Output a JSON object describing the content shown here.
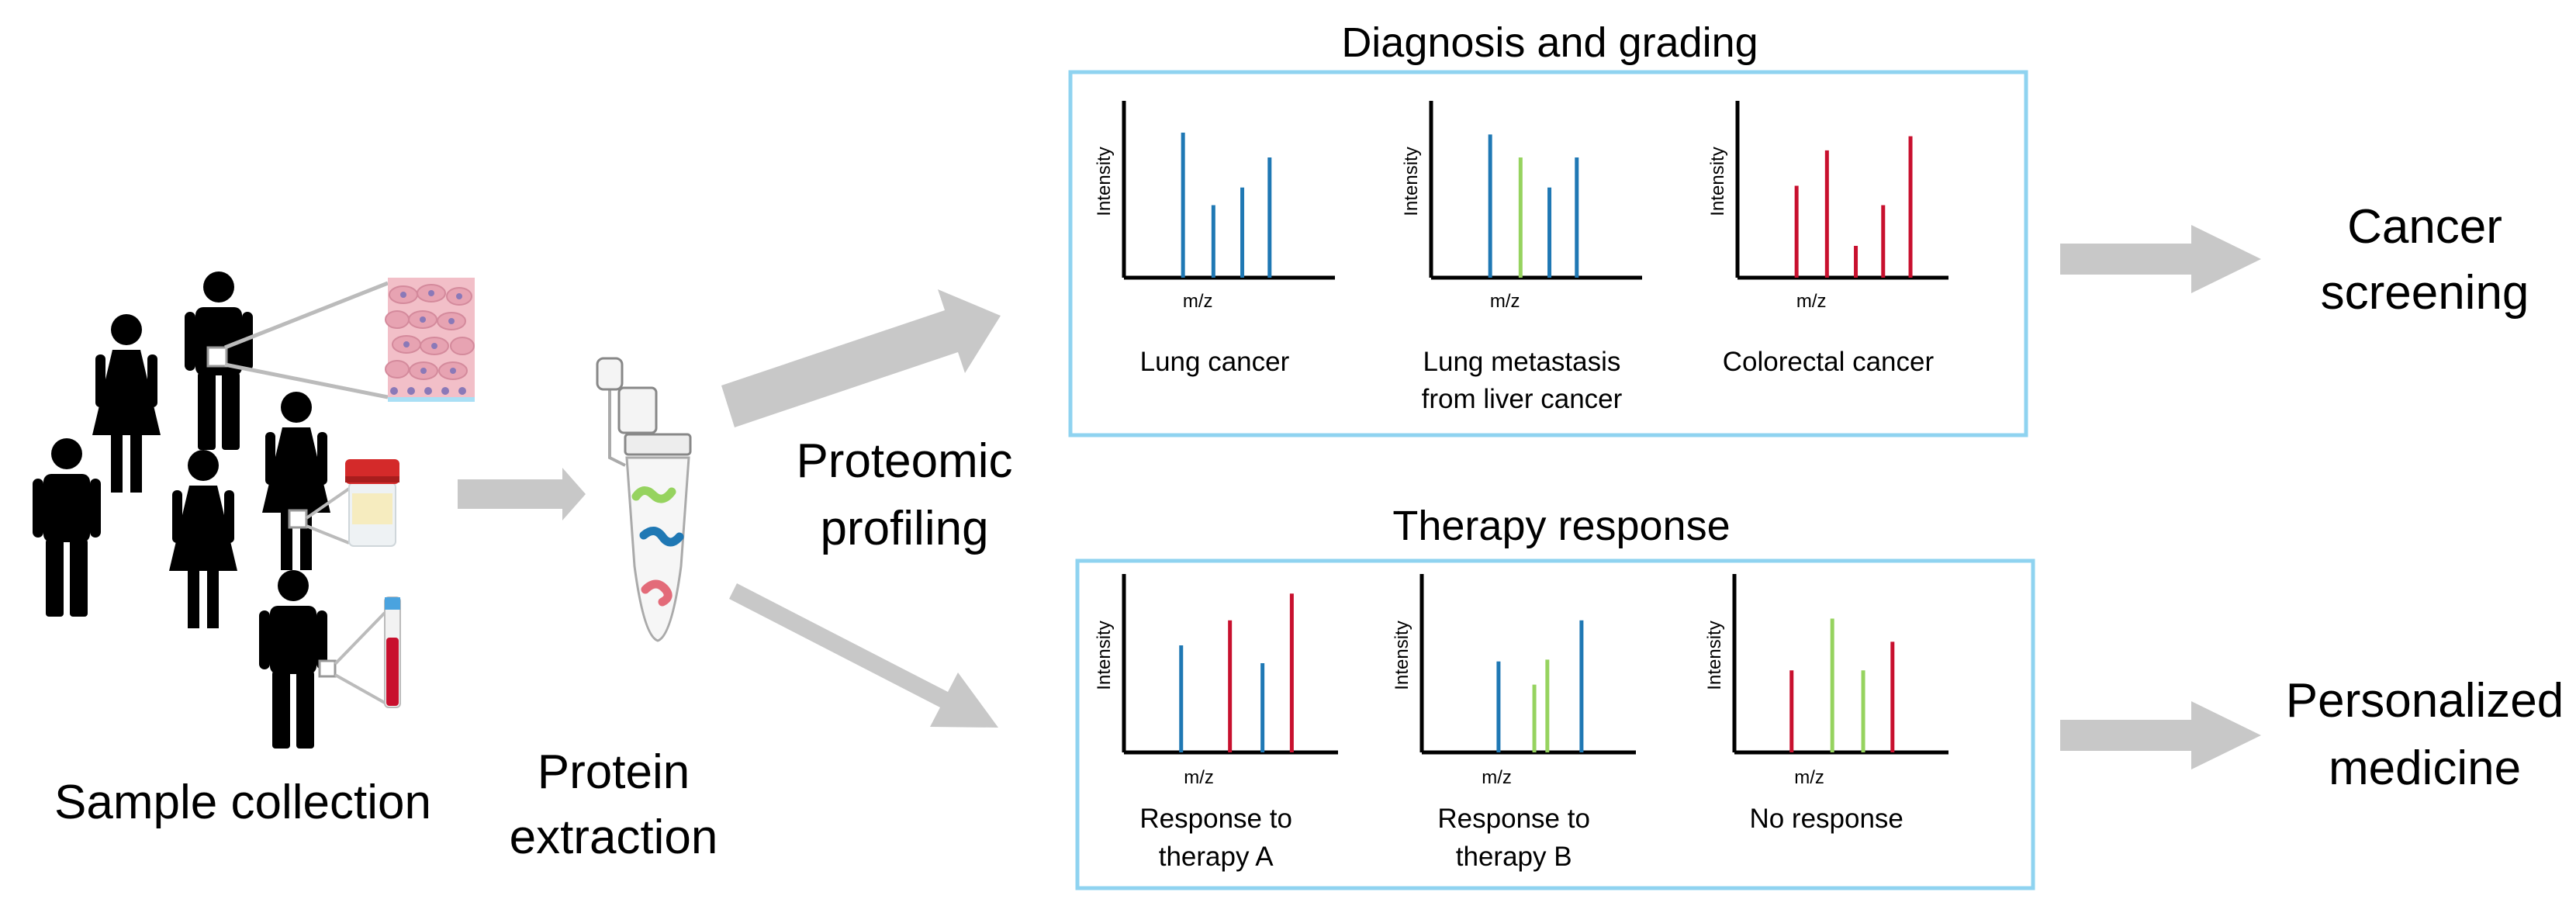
{
  "colors": {
    "blue": "#1f78b4",
    "green": "#96d35f",
    "red": "#c8102e",
    "panel_border": "#8fd3f0",
    "arrow": "#c8c8c8",
    "figure": "#000000"
  },
  "sample_collection": {
    "label": "Sample collection"
  },
  "protein_extraction": {
    "label_line1": "Protein",
    "label_line2": "extraction"
  },
  "proteomic_profiling": {
    "label_line1": "Proteomic",
    "label_line2": "profiling"
  },
  "diagnosis": {
    "title": "Diagnosis and grading",
    "plots": [
      {
        "ylabel": "Intensity",
        "xlabel": "m/z",
        "caption_line1": "Lung cancer",
        "caption_line2": "",
        "peaks": [
          {
            "x": 0.25,
            "h": 0.82,
            "c": "blue"
          },
          {
            "x": 0.45,
            "h": 0.41,
            "c": "blue"
          },
          {
            "x": 0.64,
            "h": 0.51,
            "c": "blue"
          },
          {
            "x": 0.82,
            "h": 0.68,
            "c": "blue"
          }
        ]
      },
      {
        "ylabel": "Intensity",
        "xlabel": "m/z",
        "caption_line1": "Lung metastasis",
        "caption_line2": "from liver cancer",
        "peaks": [
          {
            "x": 0.25,
            "h": 0.81,
            "c": "blue"
          },
          {
            "x": 0.45,
            "h": 0.68,
            "c": "green"
          },
          {
            "x": 0.64,
            "h": 0.51,
            "c": "blue"
          },
          {
            "x": 0.82,
            "h": 0.68,
            "c": "blue"
          }
        ]
      },
      {
        "ylabel": "Intensity",
        "xlabel": "m/z",
        "caption_line1": "Colorectal cancer",
        "caption_line2": "",
        "peaks": [
          {
            "x": 0.25,
            "h": 0.52,
            "c": "red"
          },
          {
            "x": 0.45,
            "h": 0.72,
            "c": "red"
          },
          {
            "x": 0.64,
            "h": 0.18,
            "c": "red"
          },
          {
            "x": 0.82,
            "h": 0.41,
            "c": "red"
          },
          {
            "x": 1.0,
            "h": 0.8,
            "c": "red"
          }
        ]
      }
    ]
  },
  "therapy": {
    "title": "Therapy response",
    "plots": [
      {
        "ylabel": "Intensity",
        "xlabel": "m/z",
        "caption_line1": "Response to",
        "caption_line2": "therapy A",
        "peaks": [
          {
            "x": 0.22,
            "h": 0.6,
            "c": "blue"
          },
          {
            "x": 0.52,
            "h": 0.74,
            "c": "red"
          },
          {
            "x": 0.72,
            "h": 0.5,
            "c": "blue"
          },
          {
            "x": 0.9,
            "h": 0.89,
            "c": "red"
          }
        ]
      },
      {
        "ylabel": "Intensity",
        "xlabel": "m/z",
        "caption_line1": "Response to",
        "caption_line2": "therapy B",
        "peaks": [
          {
            "x": 0.34,
            "h": 0.51,
            "c": "blue"
          },
          {
            "x": 0.56,
            "h": 0.38,
            "c": "green"
          },
          {
            "x": 0.64,
            "h": 0.52,
            "c": "green"
          },
          {
            "x": 0.85,
            "h": 0.74,
            "c": "blue"
          }
        ]
      },
      {
        "ylabel": "Intensity",
        "xlabel": "m/z",
        "caption_line1": "No response",
        "caption_line2": "",
        "peaks": [
          {
            "x": 0.22,
            "h": 0.46,
            "c": "red"
          },
          {
            "x": 0.47,
            "h": 0.75,
            "c": "green"
          },
          {
            "x": 0.66,
            "h": 0.46,
            "c": "green"
          },
          {
            "x": 0.84,
            "h": 0.62,
            "c": "red"
          }
        ]
      }
    ]
  },
  "outcomes": {
    "cancer_screening_line1": "Cancer",
    "cancer_screening_line2": "screening",
    "personalized_line1": "Personalized",
    "personalized_line2": "medicine"
  }
}
